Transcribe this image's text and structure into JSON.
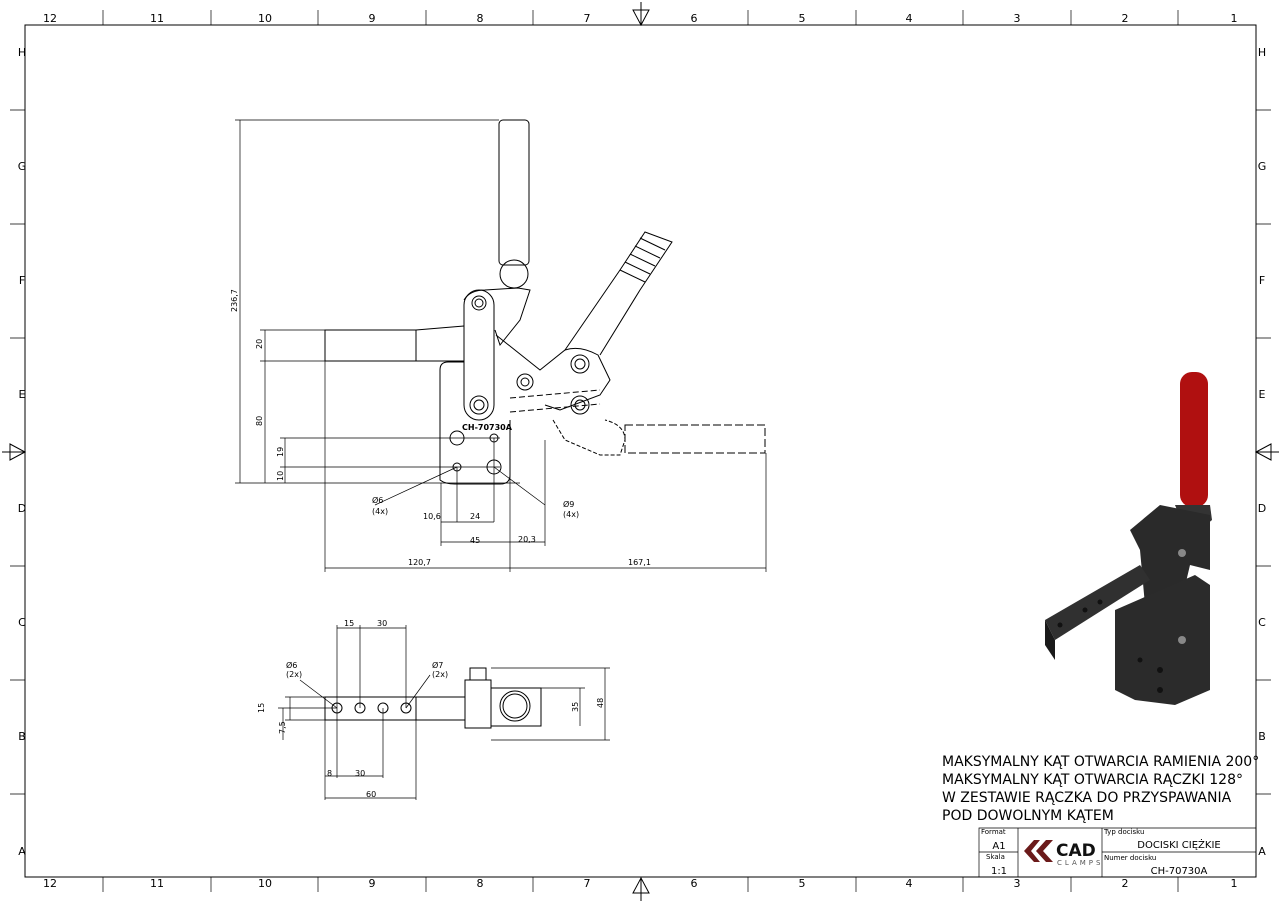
{
  "frame": {
    "columns": [
      "12",
      "11",
      "10",
      "9",
      "8",
      "7",
      "6",
      "5",
      "4",
      "3",
      "2",
      "1"
    ],
    "rows": [
      "H",
      "G",
      "F",
      "E",
      "D",
      "C",
      "B",
      "A"
    ]
  },
  "front_view": {
    "part_label": "CH-70730A",
    "dims": {
      "total_height": "236,7",
      "arm_height": "20",
      "base_height": "80",
      "hole_spacing_v": "19",
      "hole_offset_v": "10",
      "hole_small": "Ø6",
      "hole_small_qty": "(4x)",
      "hole_large": "Ø9",
      "hole_large_qty": "(4x)",
      "h_10_6": "10,6",
      "h_24": "24",
      "h_45": "45",
      "h_20_3": "20,3",
      "left_extent": "120,7",
      "right_extent": "167,1"
    }
  },
  "top_view": {
    "dims": {
      "d15": "15",
      "d30_top": "30",
      "hole_a": "Ø6",
      "hole_a_qty": "(2x)",
      "hole_b": "Ø7",
      "hole_b_qty": "(2x)",
      "d15_left": "15",
      "d7_5": "7,5",
      "d8": "8",
      "d30_bottom": "30",
      "d60": "60",
      "d35": "35",
      "d48": "48"
    }
  },
  "notes": [
    "MAKSYMALNY KĄT OTWARCIA RAMIENIA 200°",
    "MAKSYMALNY KĄT OTWARCIA RĄCZKI 128°",
    "W ZESTAWIE RĄCZKA DO PRZYSPAWANIA",
    "POD DOWOLNYM KĄTEM"
  ],
  "title_block": {
    "format_label": "Format",
    "format_value": "A1",
    "scale_label": "Skala",
    "scale_value": "1:1",
    "logo_text": "CAD",
    "logo_sub": "CLAMPS",
    "type_label": "Typ docisku",
    "type_value": "DOCISKI CIĘŻKIE",
    "number_label": "Numer docisku",
    "number_value": "CH-70730A"
  },
  "colors": {
    "logo": "#6b1a1a",
    "handle": "#b01010",
    "body": "#2a2a2a"
  }
}
